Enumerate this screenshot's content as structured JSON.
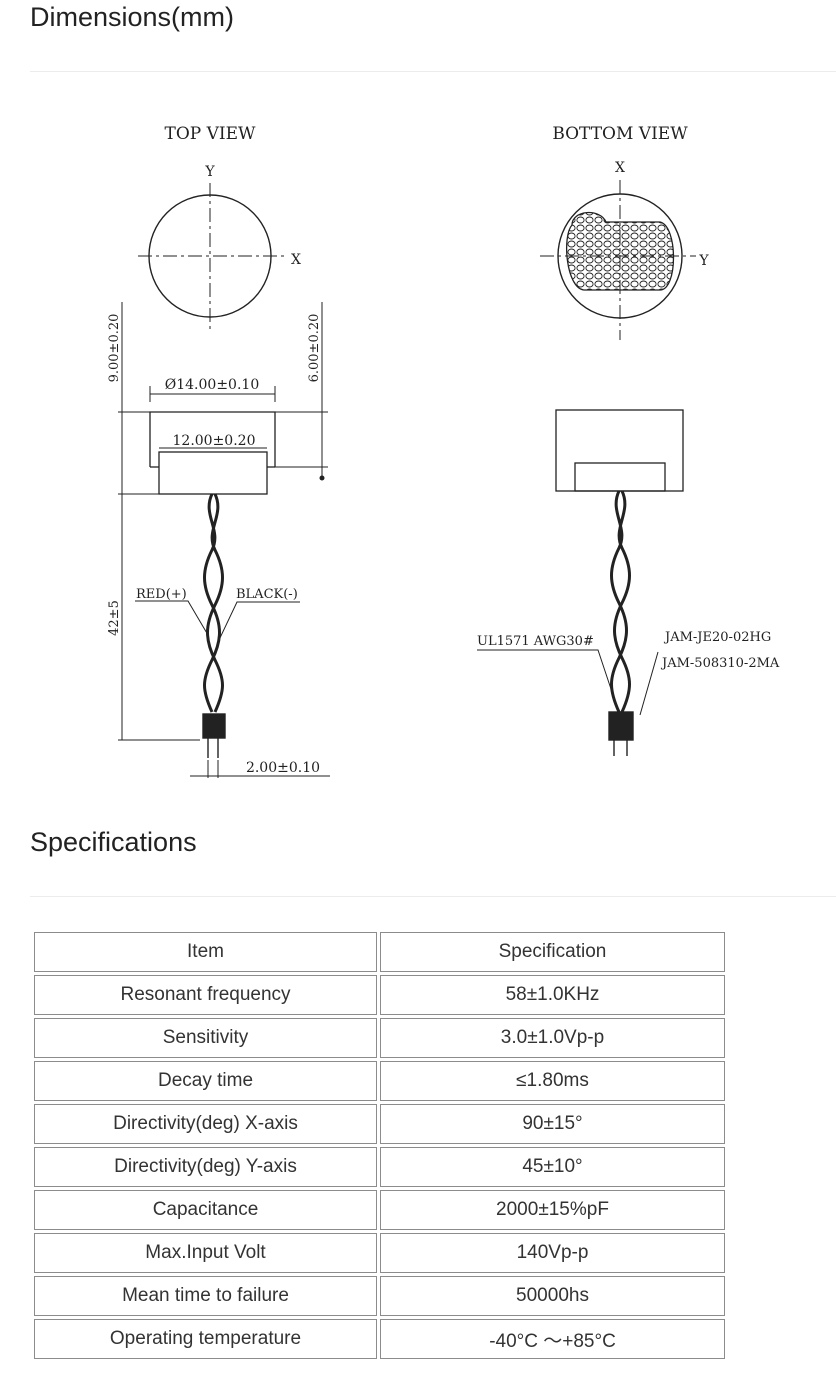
{
  "sections": {
    "dimensions_title": "Dimensions(mm)",
    "specifications_title": "Specifications"
  },
  "drawing": {
    "top_view_label": "TOP VIEW",
    "bottom_view_label": "BOTTOM VIEW",
    "axis_y": "Y",
    "axis_x": "X",
    "dim_height": "9.00±0.20",
    "dim_body": "6.00±0.20",
    "dim_diameter": "Ø14.00±0.10",
    "dim_inner": "12.00±0.20",
    "dim_lead_length": "42±5",
    "dim_pin_pitch": "2.00±0.10",
    "wire_red": "RED(+)",
    "wire_black": "BLACK(-)",
    "wire_spec": "UL1571 AWG30#",
    "connector_1": "JAM-JE20-02HG",
    "connector_2": "JAM-508310-2MA"
  },
  "spec_table": {
    "headers": [
      "Item",
      "Specification"
    ],
    "rows": [
      [
        "Resonant frequency",
        "58±1.0KHz"
      ],
      [
        "Sensitivity",
        "3.0±1.0Vp-p"
      ],
      [
        "Decay time",
        "≤1.80ms"
      ],
      [
        "Directivity(deg) X-axis",
        "90±15°"
      ],
      [
        "Directivity(deg) Y-axis",
        "45±10°"
      ],
      [
        "Capacitance",
        "2000±15%pF"
      ],
      [
        "Max.Input Volt",
        "140Vp-p"
      ],
      [
        "Mean time to failure",
        "50000hs"
      ],
      [
        "Operating temperature",
        "-40°C ～+85°C"
      ]
    ]
  }
}
